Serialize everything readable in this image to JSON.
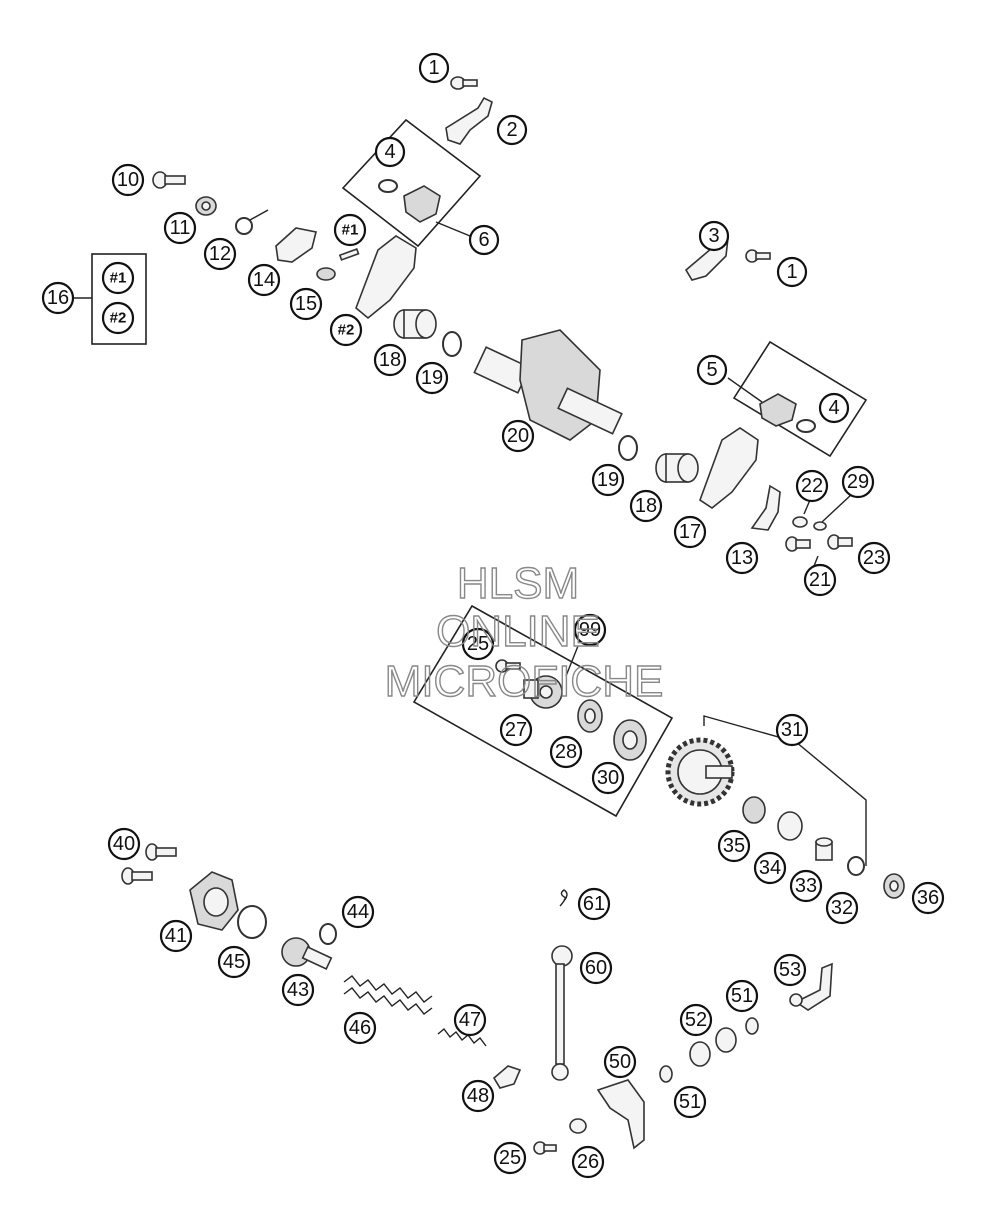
{
  "watermark": {
    "line1": "HLSM",
    "line2": "ONLINE",
    "line3": "MICROFICHE"
  },
  "callouts": {
    "c1a": "1",
    "c2": "2",
    "c4a": "4",
    "c6": "6",
    "c10": "10",
    "c11": "11",
    "c12": "12",
    "c14": "14",
    "c15": "15",
    "c16": "16",
    "c16_h1": "#1",
    "c16_h2": "#2",
    "c_h1": "#1",
    "c_h2": "#2",
    "c18a": "18",
    "c19a": "19",
    "c3": "3",
    "c1b": "1",
    "c5": "5",
    "c4b": "4",
    "c20": "20",
    "c19b": "19",
    "c18b": "18",
    "c17": "17",
    "c22": "22",
    "c29": "29",
    "c13": "13",
    "c23": "23",
    "c21": "21",
    "c25a": "25",
    "c99": "99",
    "c27": "27",
    "c28": "28",
    "c30": "30",
    "c31": "31",
    "c35": "35",
    "c34": "34",
    "c33": "33",
    "c32": "32",
    "c36": "36",
    "c40": "40",
    "c41": "41",
    "c45": "45",
    "c44": "44",
    "c43": "43",
    "c46": "46",
    "c47": "47",
    "c48": "48",
    "c61": "61",
    "c60": "60",
    "c53": "53",
    "c51a": "51",
    "c52": "52",
    "c50": "50",
    "c51b": "51",
    "c25b": "25",
    "c26": "26"
  }
}
